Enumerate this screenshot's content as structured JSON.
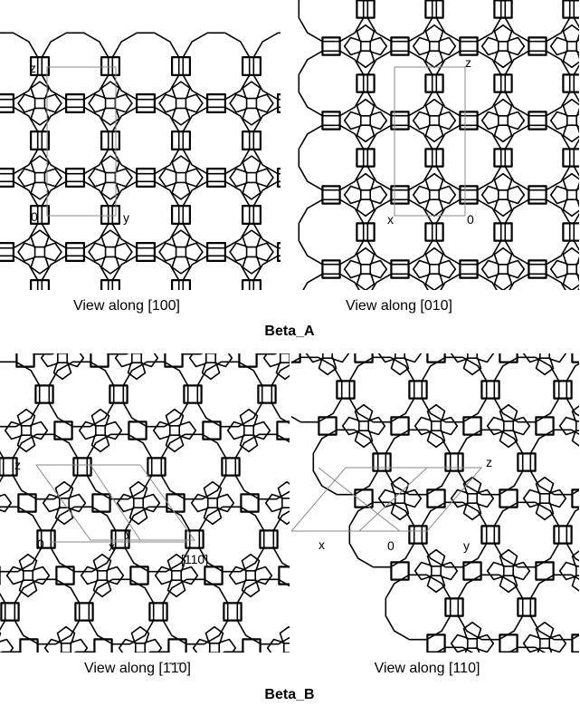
{
  "groups": [
    {
      "title": "Beta_A",
      "panels": [
        {
          "caption": "View along [100]",
          "axis_labels": {
            "origin": "0",
            "vertical": "z",
            "horizontal": "y"
          }
        },
        {
          "caption": "View along [010]",
          "axis_labels": {
            "origin": "0",
            "vertical": "z",
            "horizontal": "x"
          }
        }
      ]
    },
    {
      "title": "Beta_B",
      "panels": [
        {
          "caption": "View along [1̄1̄0]",
          "axis_labels": {
            "origin": "0",
            "vertical": "z",
            "horizontal_1": "x",
            "horizontal_2": "y",
            "direction": "[110]"
          }
        },
        {
          "caption": "View along [110]",
          "axis_labels": {
            "origin": "0",
            "vertical": "z",
            "horizontal_1": "x",
            "horizontal_2": "y"
          }
        }
      ]
    }
  ],
  "style": {
    "line_color": "#000000",
    "cell_color": "#8a8a8a",
    "background": "#ffffff"
  }
}
